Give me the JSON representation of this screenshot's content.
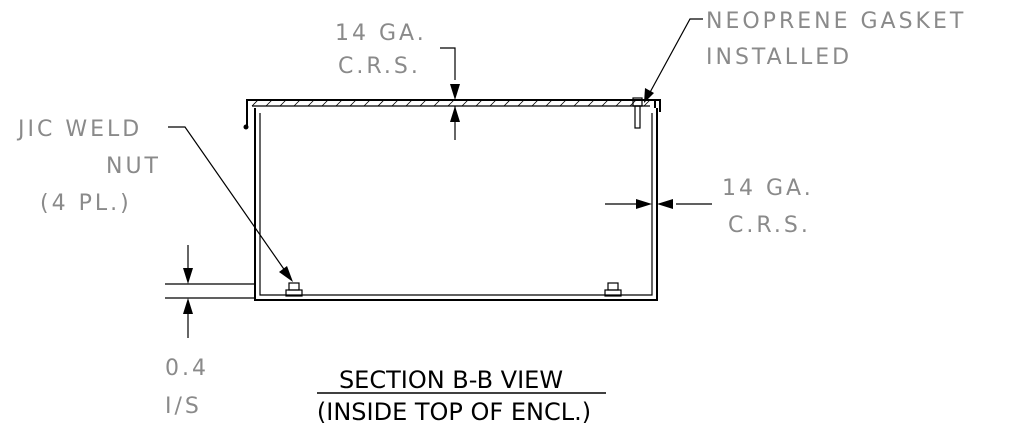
{
  "drawing": {
    "title": "SECTION B-B VIEW",
    "subtitle": "(INSIDE TOP OF ENCL.)",
    "labels": {
      "top_gauge_line1": "14 GA.",
      "top_gauge_line2": "C.R.S.",
      "gasket_line1": "NEOPRENE GASKET",
      "gasket_line2": "INSTALLED",
      "weld_line1": "JIC WELD",
      "weld_line2": "NUT",
      "weld_line3": "(4 PL.)",
      "side_gauge_line1": "14 GA.",
      "side_gauge_line2": "C.R.S.",
      "is_line1": "0.4",
      "is_line2": "I/S"
    },
    "colors": {
      "linework": "#000000",
      "annotation_text": "#8a8a8a",
      "title_text": "#000000"
    }
  }
}
